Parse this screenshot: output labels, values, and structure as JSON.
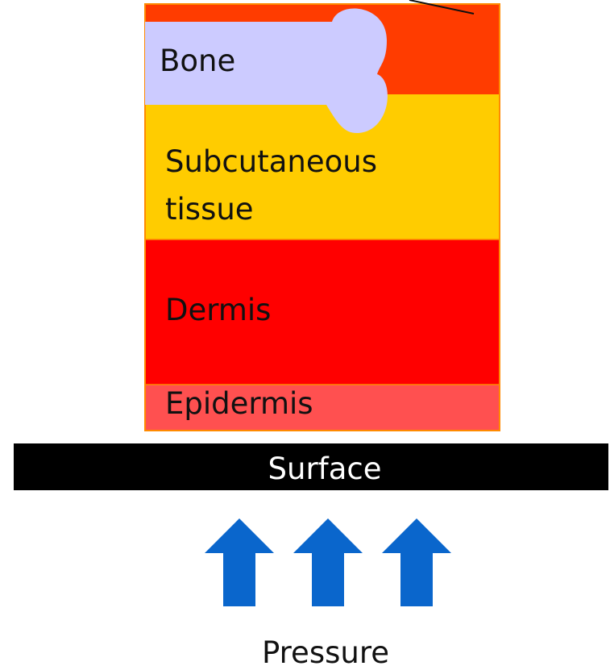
{
  "layers": {
    "bone": {
      "label": "Bone",
      "color": "#cccbff"
    },
    "bone_background": {
      "color": "#ff3c00"
    },
    "subcutaneous": {
      "label_line1": "Subcutaneous",
      "label_line2": "tissue",
      "color": "#ffcc00"
    },
    "dermis": {
      "label": "Dermis",
      "color": "#ff0000"
    },
    "epidermis": {
      "label": "Epidermis",
      "color": "#ff5050"
    },
    "stack_border_color": "#ff8a00"
  },
  "surface": {
    "label": "Surface",
    "color": "#000000",
    "text_color": "#ffffff"
  },
  "pressure": {
    "label": "Pressure",
    "arrow_color": "#0a66cc",
    "arrow_count": 3
  },
  "text_color": "#111111"
}
